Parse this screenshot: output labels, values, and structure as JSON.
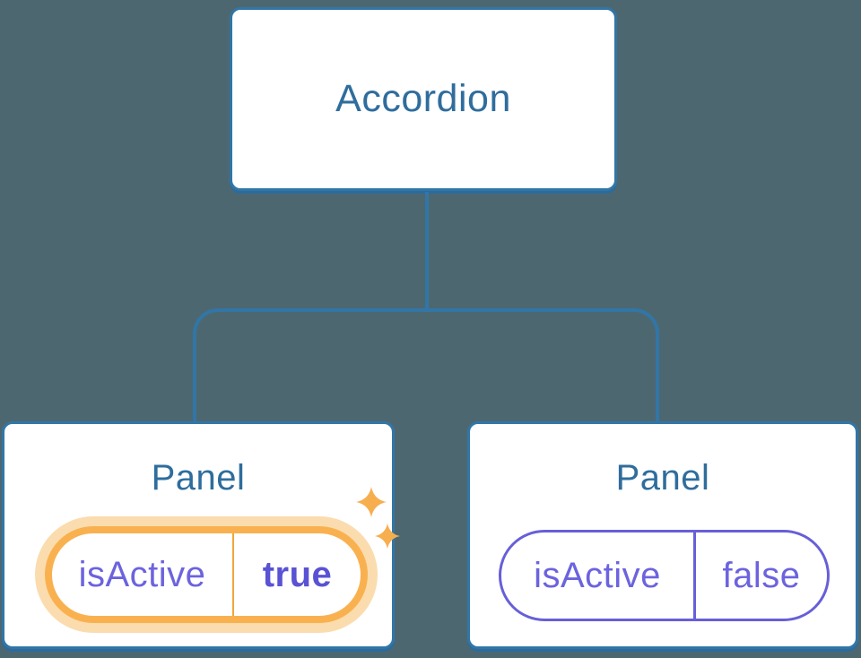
{
  "diagram": {
    "root_label": "Accordion",
    "panels": [
      {
        "label": "Panel",
        "state_key": "isActive",
        "state_value": "true",
        "highlighted": true,
        "decoration": "sparkle-icon"
      },
      {
        "label": "Panel",
        "state_key": "isActive",
        "state_value": "false",
        "highlighted": false,
        "decoration": null
      }
    ]
  },
  "icons": {
    "sparkle": "four-point-star"
  },
  "colors": {
    "background": "#4d6771",
    "node_fill": "#ffffff",
    "connector": "#3176a6",
    "connector_shadow": "#2c6b9c",
    "node_title": "#2f6d9d",
    "state_text": "#6c63df",
    "state_value_active": "#5a52d4",
    "state_border_inactive": "#675fd8",
    "highlight_ring": "#f9b150",
    "highlight_halo": "#fbdcae",
    "highlight_divider": "#f0a63c",
    "sparkle": "#f7ae4f"
  }
}
